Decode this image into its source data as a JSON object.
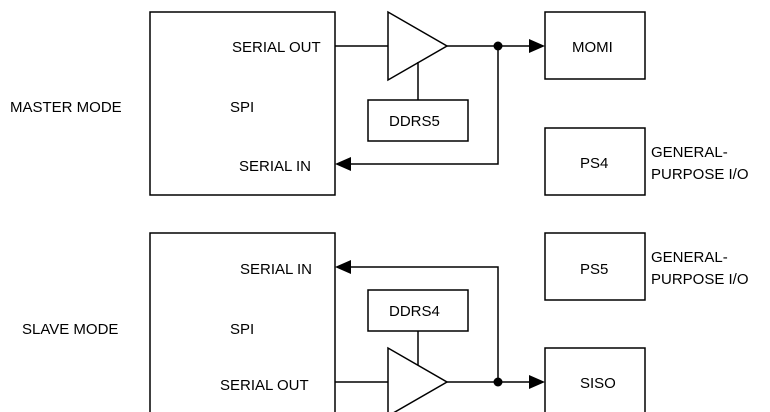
{
  "master": {
    "mode_label": "MASTER MODE",
    "spi_label": "SPI",
    "serial_out_label": "SERIAL OUT",
    "serial_in_label": "SERIAL IN",
    "ddr_label": "DDRS5",
    "output_pin_label": "MOMI",
    "gp_pin_label": "PS4",
    "gp_text_line1": "GENERAL-",
    "gp_text_line2": "PURPOSE I/O"
  },
  "slave": {
    "mode_label": "SLAVE MODE",
    "spi_label": "SPI",
    "serial_in_label": "SERIAL IN",
    "serial_out_label": "SERIAL OUT",
    "ddr_label": "DDRS4",
    "output_pin_label": "SISO",
    "gp_pin_label": "PS5",
    "gp_text_line1": "GENERAL-",
    "gp_text_line2": "PURPOSE I/O"
  }
}
